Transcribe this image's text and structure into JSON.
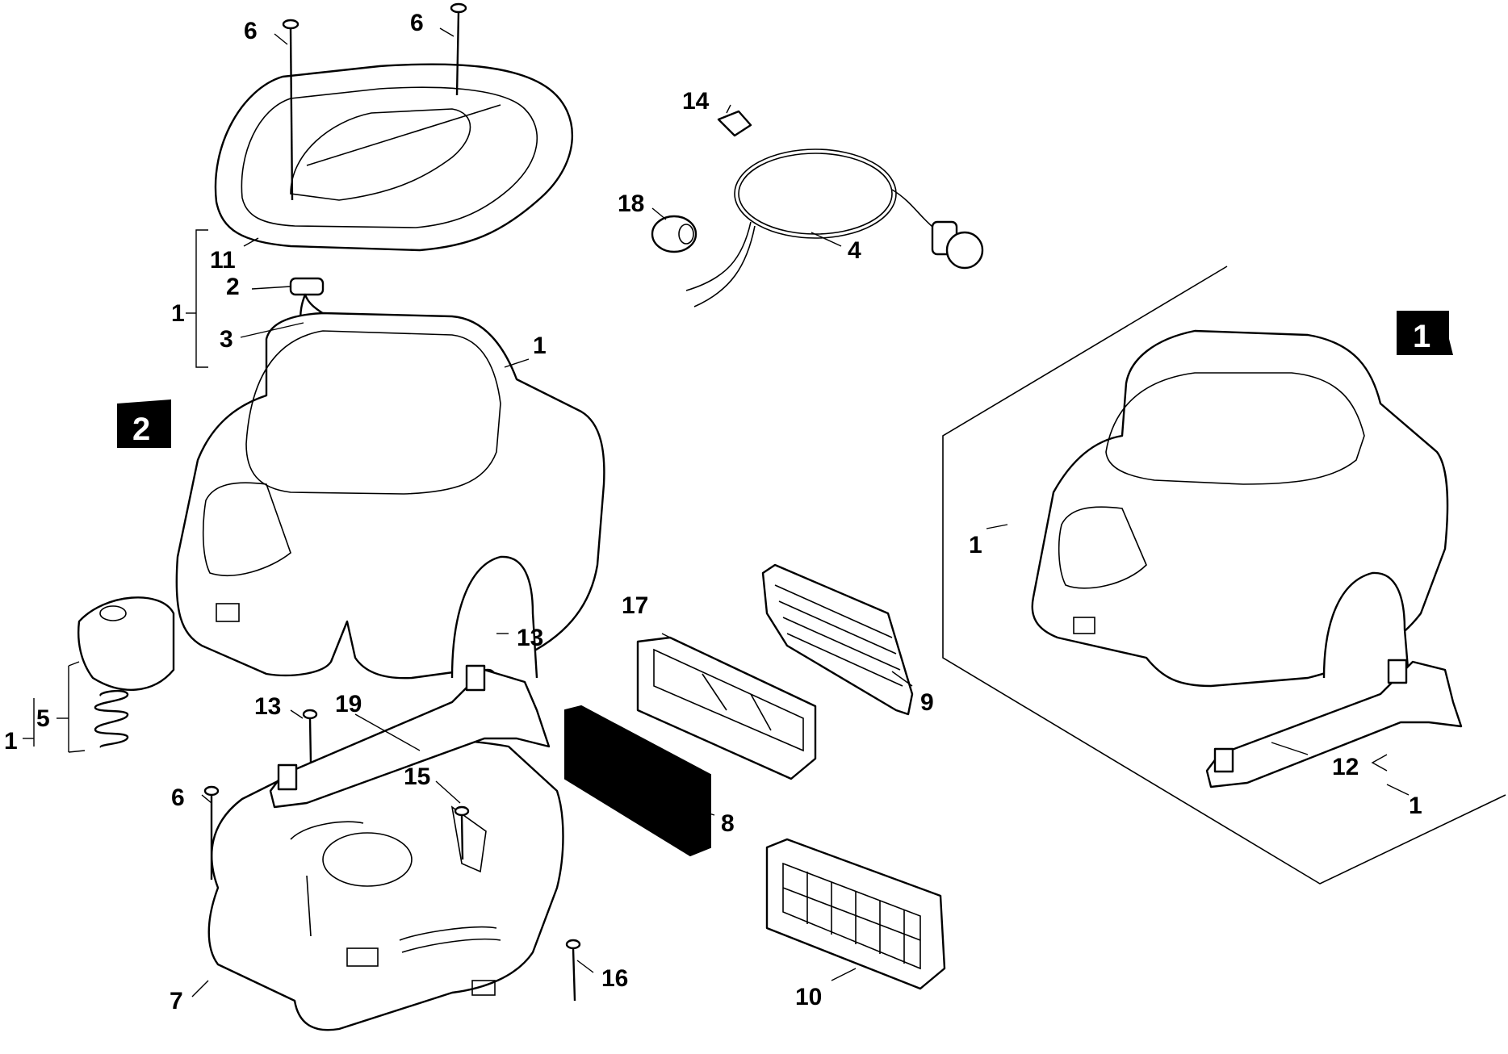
{
  "diagram": {
    "callouts": {
      "c6a": "6",
      "c6b": "6",
      "c6c": "6",
      "c14": "14",
      "c18": "18",
      "c4": "4",
      "c11": "11",
      "c2": "2",
      "c1a": "1",
      "c3": "3",
      "c1b": "1",
      "c5": "5",
      "c1c": "1",
      "c13a": "13",
      "c13b": "13",
      "c19": "19",
      "c17": "17",
      "c9": "9",
      "c15": "15",
      "c8": "8",
      "c7": "7",
      "c16": "16",
      "c10": "10",
      "c1d": "1",
      "c12": "12",
      "c1e": "1"
    },
    "badges": {
      "b1": "1",
      "b2": "2"
    }
  }
}
